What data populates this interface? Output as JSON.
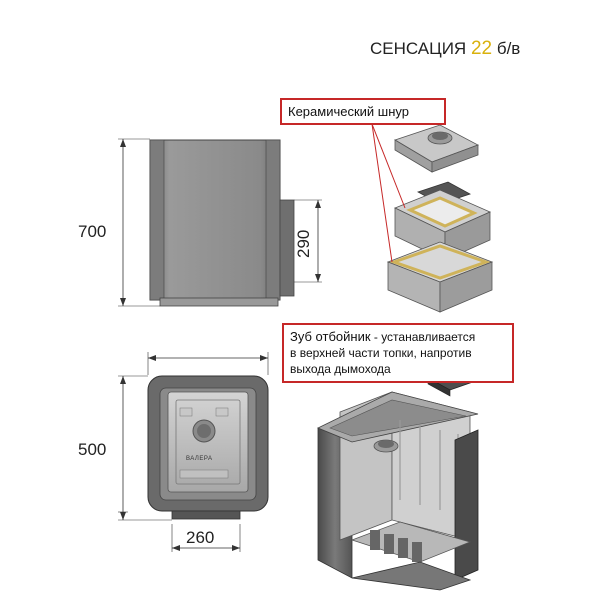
{
  "title": {
    "name": "СЕНСАЦИЯ",
    "number": "22",
    "suffix": "б/в"
  },
  "dimensions": {
    "height_side": "700",
    "chimney_height": "290",
    "depth": "500",
    "width_front": "260"
  },
  "callouts": {
    "ceramic_cord": "Керамический шнур",
    "deflector_title": "Зуб отбойник",
    "deflector_text_1": " - устанавливается",
    "deflector_text_2": "в верхней части топки, напротив",
    "deflector_text_3": "выхода дымохода"
  },
  "front_view": {
    "brand": "ВАЛЕРА"
  },
  "colors": {
    "steel": "#8c8c8c",
    "steel_dark": "#5e5e5e",
    "casting": "#b8b8b8",
    "callout_border": "#c62828",
    "cord": "#e8d58a",
    "accent": "#d9b10d"
  }
}
